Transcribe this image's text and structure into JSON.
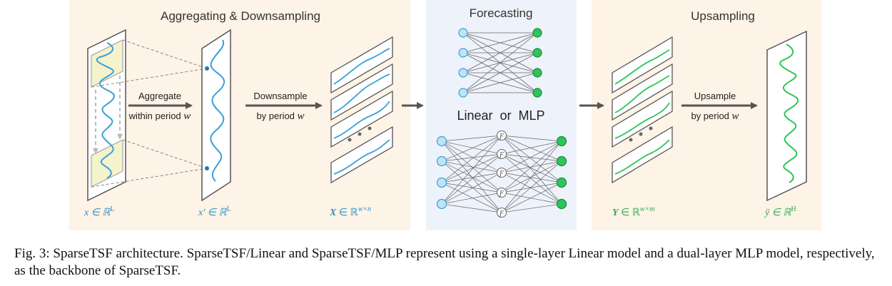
{
  "panels": {
    "aggregate": {
      "title": "Aggregating & Downsampling"
    },
    "forecast": {
      "title": "Forecasting",
      "model_label": "Linear  or  MLP"
    },
    "upsample": {
      "title": "Upsampling"
    }
  },
  "arrows": {
    "aggregate": {
      "line1": "Aggregate",
      "line2": "within period",
      "var": "w"
    },
    "downsample": {
      "line1": "Downsample",
      "line2": "by period",
      "var": "w"
    },
    "upsample": {
      "line1": "Upsample",
      "line2": "by period",
      "var": "w"
    }
  },
  "math_labels": {
    "x": "x ∈ ℝ",
    "x_sup": "L",
    "x_prime": "x′ ∈ ℝ",
    "x_prime_sup": "L",
    "X": "X",
    "X_rest": " ∈ ℝ",
    "X_sup": "w×n",
    "Y": "Y",
    "Y_rest": " ∈ ℝ",
    "Y_sup": "w×m",
    "y_bar": "ȳ ∈ ℝ",
    "y_bar_sup": "H"
  },
  "neuron_symbol": "Ƒ",
  "caption": "Fig. 3: SparseTSF architecture. SparseTSF/Linear and SparseTSF/MLP represent using a single-layer Linear model and a dual-layer MLP model, respectively, as the backbone of SparseTSF.",
  "colors": {
    "panel_bg": "#fdf3e6",
    "forecast_bg": "#eef2fa",
    "input_blue": "#3aa0d8",
    "output_green": "#2fc45a",
    "arrow_gray": "#555555",
    "highlight": "#f4f1c2"
  }
}
